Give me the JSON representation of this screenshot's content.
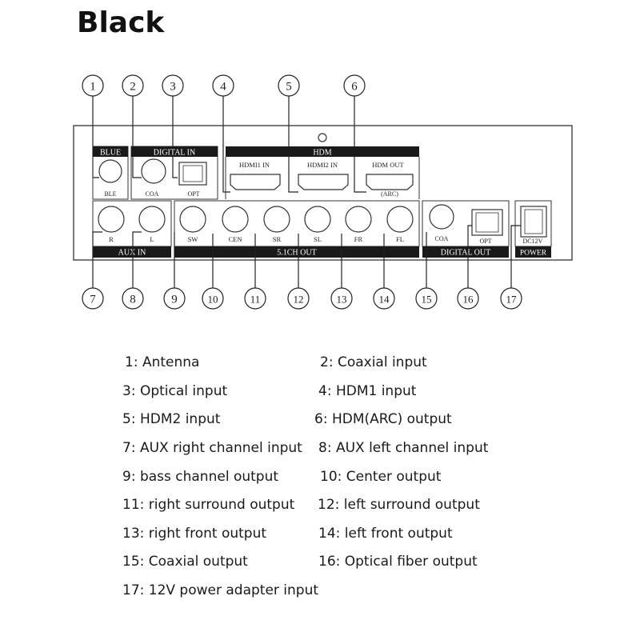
{
  "title": "Black",
  "panel": {
    "blue_header": "BLUE",
    "blue_port": "BLE",
    "digital_in_header": "DIGITAL IN",
    "digital_in_coa": "COA",
    "digital_in_opt": "OPT",
    "hdmi_header": "HDM",
    "hdmi1": "HDMI1 IN",
    "hdmi2": "HDMI2 IN",
    "hdmi_out": "HDM OUT",
    "arc": "(ARC)",
    "aux_in_header": "AUX IN",
    "aux_r": "R",
    "aux_l": "L",
    "ch51_header": "5.1CH OUT",
    "ch_sw": "SW",
    "ch_cen": "CEN",
    "ch_sr": "SR",
    "ch_sl": "SL",
    "ch_fr": "FR",
    "ch_fl": "FL",
    "digital_out_header": "DIGITAL OUT",
    "digital_out_coa": "COA",
    "digital_out_opt": "OPT",
    "power_header": "POWER",
    "power_port": "DC12V"
  },
  "callouts": [
    "1",
    "2",
    "3",
    "4",
    "5",
    "6",
    "7",
    "8",
    "9",
    "10",
    "11",
    "12",
    "13",
    "14",
    "15",
    "16",
    "17"
  ],
  "legend": [
    "1: Antenna",
    "2: Coaxial  input",
    "3: Optical input",
    "4: HDM1 input",
    "5: HDM2 input",
    "6: HDM(ARC) output",
    "7: AUX right channel input",
    "8: AUX left channel input",
    "9: bass channel output",
    "10: Center output",
    "11: right surround output",
    "12: left surround output",
    "13: right front output",
    "14: left front output",
    "15: Coaxial output",
    "16: Optical fiber output",
    "17: 12V power adapter input"
  ]
}
